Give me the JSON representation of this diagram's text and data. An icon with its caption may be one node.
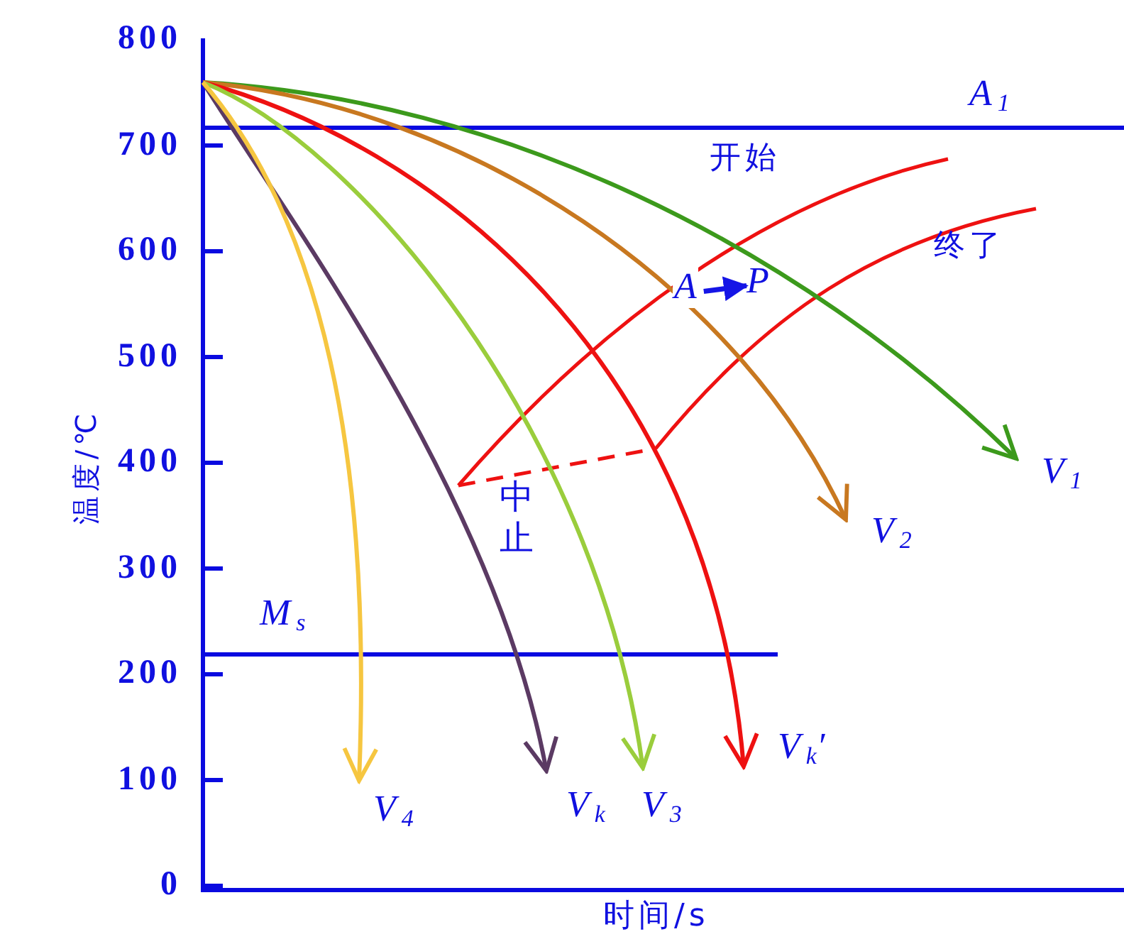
{
  "diagram": {
    "nodes": [
      {
        "text": [
          "A"
        ]
      },
      {
        "text": [
          "P"
        ]
      },
      {
        "text": [
          "V$_{1}$"
        ]
      },
      {
        "text": [
          "V$_{2}$"
        ]
      },
      {
        "text": [
          "V$_{k}$′"
        ]
      },
      {
        "text": [
          "V$_{3}$"
        ]
      },
      {
        "text": [
          "V$_{k}$"
        ]
      },
      {
        "text": [
          "V$_{4}$"
        ]
      }
    ],
    "edges": [
      {
        "from": 0,
        "to": 1,
        "arrow": "to",
        "color": "#1515e6"
      },
      {
        "from": null,
        "to": 2,
        "arrow": "to",
        "color": "#3c9a1c"
      },
      {
        "from": null,
        "to": 3,
        "arrow": "to",
        "color": "#c87820"
      },
      {
        "from": null,
        "to": 4,
        "arrow": "to",
        "color": "#ee1111"
      },
      {
        "from": null,
        "to": 5,
        "arrow": "to",
        "color": "#9acd3c"
      },
      {
        "from": null,
        "to": 6,
        "arrow": "to",
        "color": "#5b3a63"
      },
      {
        "from": null,
        "to": 7,
        "arrow": "to",
        "color": "#f6c640"
      }
    ],
    "labels": [
      "800",
      "700",
      "600",
      "500",
      "400",
      "300",
      "200",
      "100",
      "0",
      "温度/℃",
      "时间/s",
      "A$_{1}$",
      "开始",
      "终了",
      "中止",
      "M$_{s}$"
    ]
  }
}
